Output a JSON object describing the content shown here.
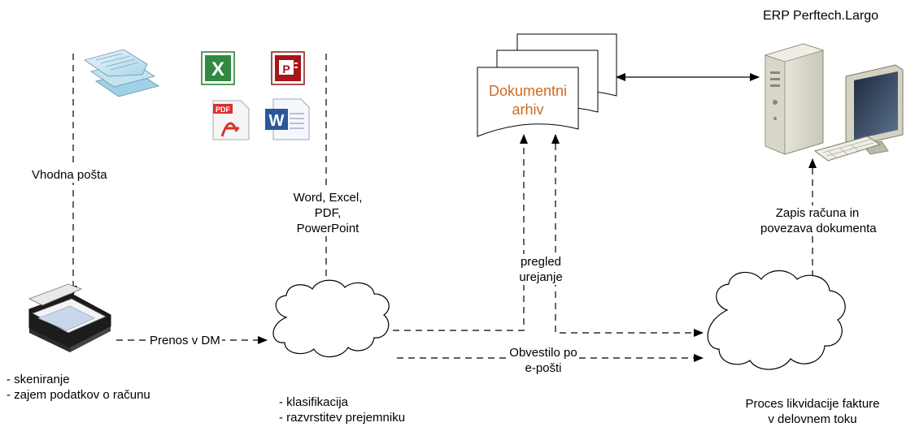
{
  "erp_title": "ERP Perftech.Largo",
  "archive_lines": [
    "Dokumentni",
    "arhiv"
  ],
  "incoming_mail_label": "Vhodna pošta",
  "office_formats_lines": [
    "Word, Excel,",
    "PDF,",
    "PowerPoint"
  ],
  "transfer_label": "Prenos v DM",
  "scan_notes": [
    "- skeniranje",
    "- zajem podatkov o računu"
  ],
  "classification_notes": [
    "- klasifikacija",
    "- razvrstitev prejemniku"
  ],
  "review_lines": [
    "pregled",
    "urejanje"
  ],
  "notify_lines": [
    "Obvestilo po",
    "e-pošti"
  ],
  "erp_record_lines": [
    "Zapis računa in",
    "povezava dokumenta"
  ],
  "process_lines": [
    "Proces likvidacije fakture",
    "v delovnem toku"
  ],
  "file_icons": {
    "excel": "X",
    "powerpoint": "P",
    "pdf": "PDF",
    "word": "W"
  },
  "colors": {
    "archive_text": "#d2691e",
    "excel": "#1f7a2e",
    "powerpoint": "#a4161a",
    "pdf": "#d9302c",
    "word": "#2b5797"
  }
}
